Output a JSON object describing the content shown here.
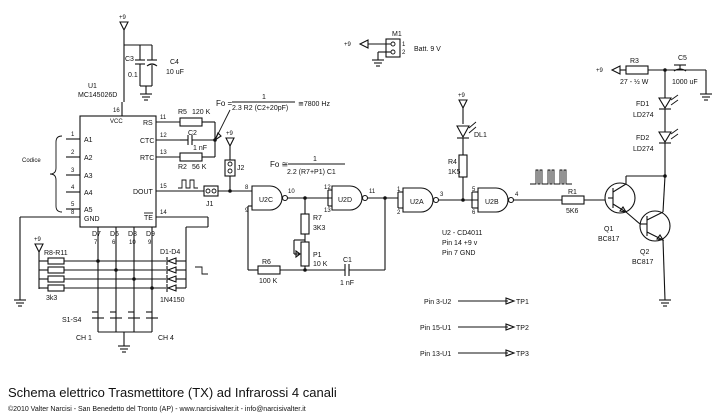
{
  "title": "Schema elettrico Trasmettitore (TX) ad Infrarossi 4 canali",
  "footer": "©2010 Valter Narcisi - San Benedetto del Tronto (AP)  -  www.narcisivalter.it  -  info@narcisivalter.it",
  "supply": "+9",
  "u1": {
    "ref": "U1",
    "part": "MC145026D",
    "pins_left": [
      {
        "num": "1",
        "name": "A1"
      },
      {
        "num": "2",
        "name": "A2"
      },
      {
        "num": "3",
        "name": "A3"
      },
      {
        "num": "4",
        "name": "A4"
      },
      {
        "num": "5",
        "name": "A5"
      },
      {
        "num": "8",
        "name": "GND"
      }
    ],
    "pins_right": [
      {
        "num": "11",
        "name": "RS"
      },
      {
        "num": "12",
        "name": "CTC"
      },
      {
        "num": "13",
        "name": "RTC"
      },
      {
        "num": "15",
        "name": "DOUT"
      },
      {
        "num": "14",
        "name": "TE"
      }
    ],
    "pin_vcc": "VCC",
    "pin_vcc_num": "16",
    "pins_bottom": [
      {
        "num": "7",
        "name": "D7"
      },
      {
        "num": "6",
        "name": "D6"
      },
      {
        "num": "10",
        "name": "D8"
      },
      {
        "num": "9",
        "name": "D9"
      }
    ],
    "codice_label": "Codice"
  },
  "components": {
    "c3": "C3",
    "c3_val": "0.1",
    "c4": "C4",
    "c4_val": "10 uF",
    "r5": "R5",
    "r5_val": "120 K",
    "c2": "C2",
    "c2_val": "1 nF",
    "r2": "R2",
    "r2_val": "56 K",
    "j1": "J1",
    "j2": "J2",
    "r7": "R7",
    "r7_val": "3K3",
    "p1": "P1",
    "p1_val": "10 K",
    "r6": "R6",
    "r6_val": "100 K",
    "c1": "C1",
    "c1_val": "1 nF",
    "r8": "R8-R11",
    "r8_val": "3k3",
    "d1": "D1-D4",
    "d1_val": "1N4150",
    "s1": "S1-S4",
    "ch1": "CH 1",
    "ch4": "CH 4",
    "dl1": "DL1",
    "r4": "R4",
    "r4_val": "1K5",
    "r1": "R1",
    "r1_val": "5K6",
    "q1": "Q1",
    "q1_val": "BC817",
    "q2": "Q2",
    "q2_val": "BC817",
    "r3": "R3",
    "r3_val": "27 - ½ W",
    "c5": "C5",
    "c5_val": "1000 uF",
    "fd1": "FD1",
    "fd1_val": "LD274",
    "fd2": "FD2",
    "fd2_val": "LD274",
    "m1": "M1",
    "batt": "Batt. 9 V",
    "m1_pin1": "1",
    "m1_pin2": "2"
  },
  "gates": [
    "U2C",
    "U2D",
    "U2A",
    "U2B"
  ],
  "gate_pins": {
    "u2c_in1": "8",
    "u2c_in2": "9",
    "u2c_out": "10",
    "u2d_in1": "12",
    "u2d_in2": "13",
    "u2d_out": "11",
    "u2a_in1": "1",
    "u2a_in2": "2",
    "u2a_out": "3",
    "u2b_in1": "5",
    "u2b_in2": "6",
    "u2b_out": "4"
  },
  "formula1": {
    "lhs": "Fo =",
    "num": "1",
    "den": "2.3 R2 (C2+20pF)",
    "approx": "≅7800 Hz"
  },
  "formula2": {
    "lhs": "Fo ≅",
    "num": "1",
    "den": "2.2 (R7+P1) C1"
  },
  "cd4011_note": [
    "U2 - CD4011",
    "Pin 14    +9 v",
    "Pin 7     GND"
  ],
  "test_points": [
    {
      "from": "Pin 3-U2",
      "to": "TP1"
    },
    {
      "from": "Pin 15-U1",
      "to": "TP2"
    },
    {
      "from": "Pin 13-U1",
      "to": "TP3"
    }
  ]
}
